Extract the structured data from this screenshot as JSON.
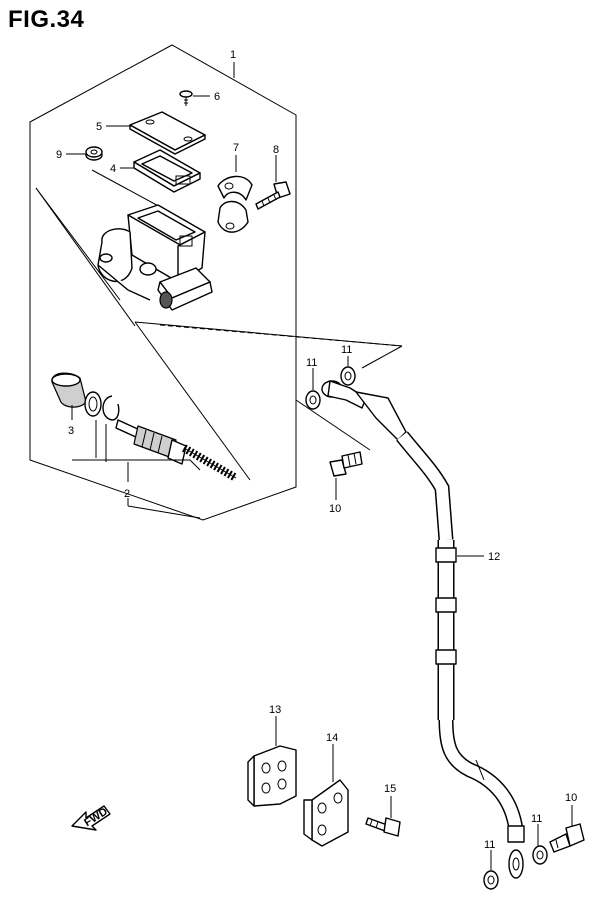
{
  "figure": {
    "title": "FIG.34"
  },
  "fwd_label": "FWD",
  "callouts": {
    "c1": "1",
    "c2": "2",
    "c3": "3",
    "c4": "4",
    "c5": "5",
    "c6": "6",
    "c7": "7",
    "c8": "8",
    "c9": "9",
    "c10a": "10",
    "c10b": "10",
    "c11a": "11",
    "c11b": "11",
    "c11c": "11",
    "c11d": "11",
    "c12": "12",
    "c13": "13",
    "c14": "14",
    "c15": "15"
  }
}
